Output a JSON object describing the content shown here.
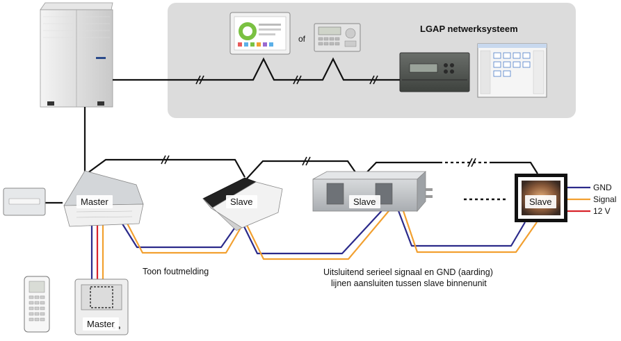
{
  "network_panel": {
    "title": "LGAP netwerksysteem",
    "or_word": "of"
  },
  "units": {
    "master_indoor": "Master",
    "slave_cassette": "Slave",
    "slave_duct": "Slave",
    "slave_frame": "Slave",
    "master_controller": "Master"
  },
  "wire_legend": [
    {
      "label": "GND",
      "color": "#2b2a8a"
    },
    {
      "label": "Signal",
      "color": "#f2a030"
    },
    {
      "label": "12 V",
      "color": "#d8232a"
    }
  ],
  "captions": {
    "error_display": "Toon foutmelding",
    "serial_note_line1": "Uitsluitend serieel signaal en GND (aarding)",
    "serial_note_line2": "lijnen aansluiten tussen slave binnenunit"
  },
  "colors": {
    "communication_line": "#111111",
    "gnd": "#2b2a8a",
    "signal": "#f2a030",
    "power_12v": "#d8232a",
    "panel_bg": "#dcdcdc"
  }
}
